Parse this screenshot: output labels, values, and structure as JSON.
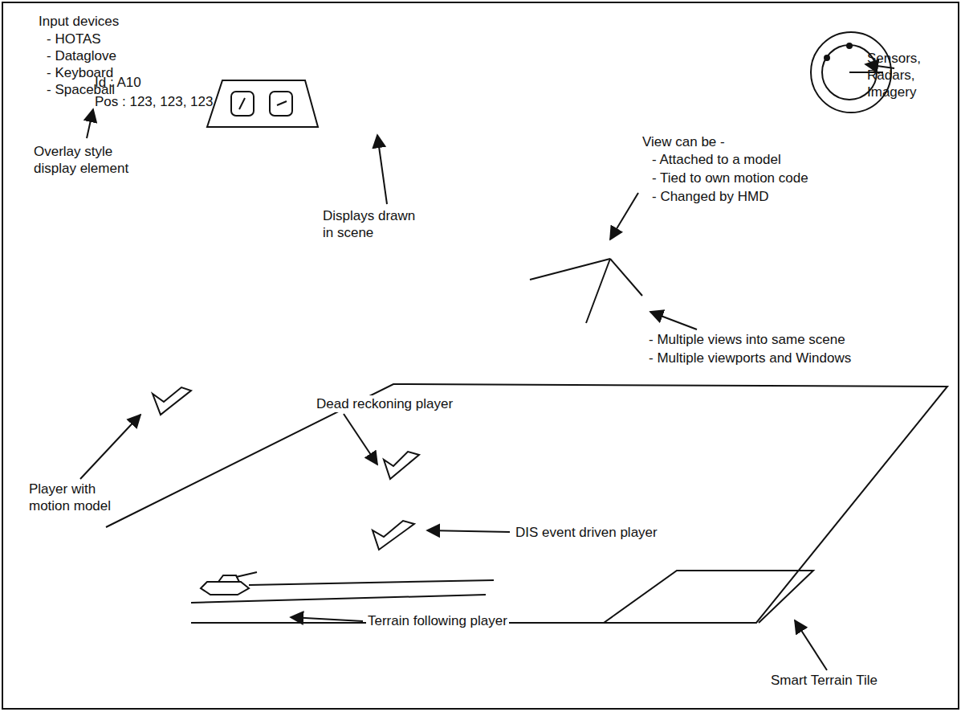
{
  "diagram": {
    "labels": [
      "Input devices",
      "- HOTAS",
      "- Dataglove",
      "- Keyboard",
      "- Spaceball",
      "Id : A10",
      "Pos : 123, 123, 123",
      "Overlay style display element",
      "Displays drawn in scene",
      "Sensors, Radars, Imagery",
      "View can be -",
      "- Attached to a model",
      "- Tied to own motion code",
      "- Changed by HMD",
      "- Multiple views into same scene",
      "- Multiple viewports and Windows",
      "Dead reckoning player",
      "Player with motion model",
      "DIS event driven player",
      "Terrain following player",
      "Smart Terrain Tile"
    ]
  }
}
